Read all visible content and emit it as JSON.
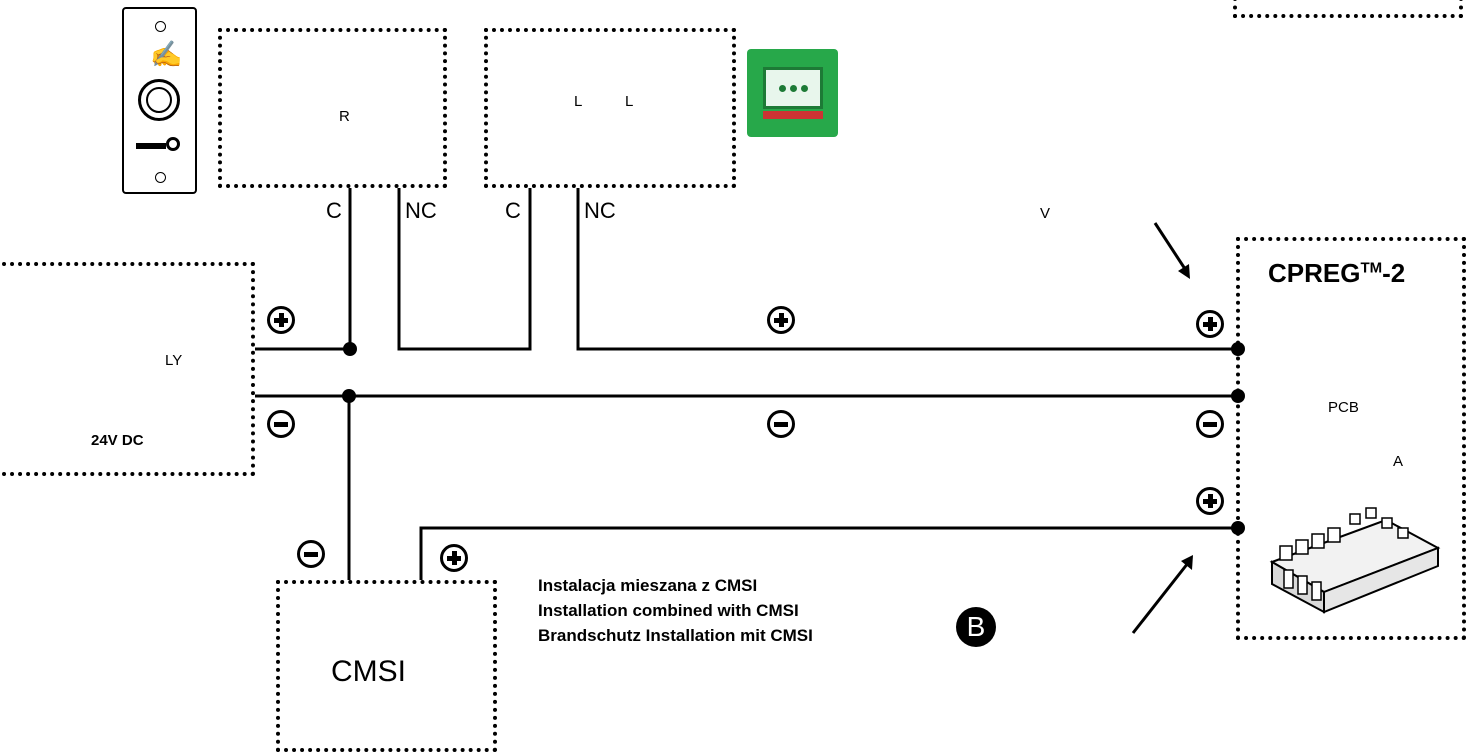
{
  "boxes": {
    "r_label": "R",
    "l1_label": "L",
    "l2_label": "L",
    "power_label": "LY",
    "power_voltage": "24V DC",
    "cmsi_label": "CMSI",
    "device_title": "CPREG",
    "device_tm": "TM",
    "device_suffix": "-2",
    "device_pcb": "PCB",
    "device_a": "A"
  },
  "terminals": {
    "c1": "C",
    "nc1": "NC",
    "c2": "C",
    "nc2": "NC"
  },
  "annotations": {
    "v_label": "V",
    "caption_pl": "Instalacja mieszana z CMSI",
    "caption_en": "Installation combined with CMSI",
    "caption_de": "Brandschutz Installation mit CMSI",
    "badge": "B"
  },
  "icons": [
    "key-switch-icon",
    "green-call-point-icon",
    "terminal-connector-icon",
    "plus-icon",
    "minus-icon",
    "arrow-icon"
  ]
}
